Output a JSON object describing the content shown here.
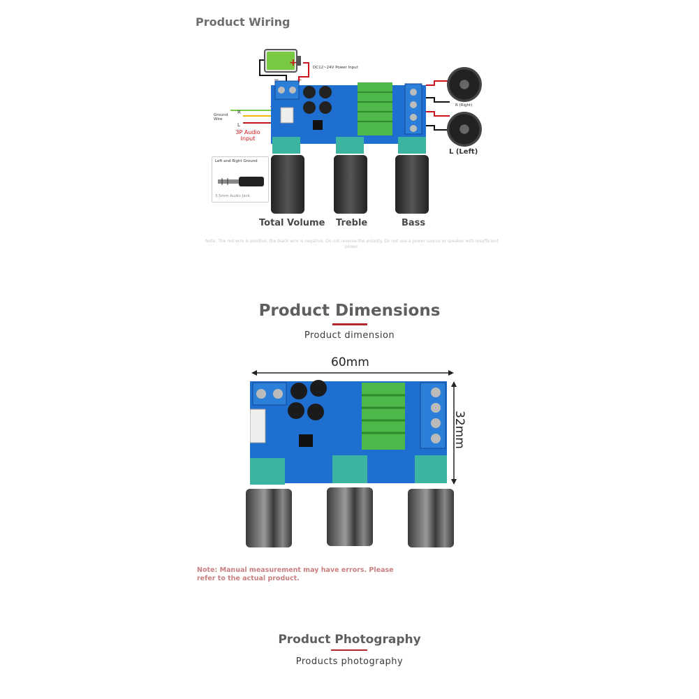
{
  "wiring": {
    "title": "Product Wiring",
    "power_label": "DC12~24V Power Input",
    "minus": "−",
    "plus": "+",
    "r_right": "R (Right)",
    "l_left": "L (Left)",
    "ground_wire": "Ground Wire",
    "r": "R",
    "l": "L",
    "g": "−",
    "audio_input": "3P Audio Input",
    "lr_ground": "Left and Right Ground",
    "jack_label": "3.5mm Audio Jack",
    "knobs": [
      "Total Volume",
      "Treble",
      "Bass"
    ],
    "note": "Note: The red wire is positive, the black wire is negative. Do not reverse the polarity. Do not use a power source or speaker with insufficient power."
  },
  "dimensions": {
    "title": "Product Dimensions",
    "subtitle": "Product dimension",
    "width": "60mm",
    "height": "32mm",
    "note": "Note: Manual measurement may have errors. Please refer to the actual product."
  },
  "photography": {
    "title": "Product Photography",
    "subtitle": "Products photography"
  },
  "colors": {
    "pcb": "#1f6fd0",
    "pcb_dark": "#1558b0",
    "heatsink": "#4fb84a",
    "terminal": "#2b7fd8",
    "pot": "#3cb5a0",
    "accent": "#b3262b"
  }
}
